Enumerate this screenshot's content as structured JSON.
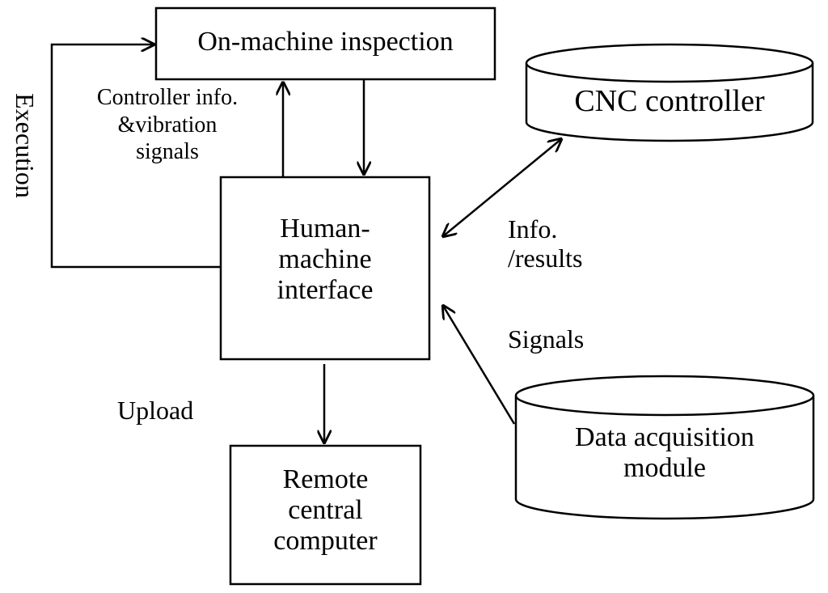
{
  "nodes": {
    "omi": {
      "label": "On-machine  inspection"
    },
    "hmi": {
      "label": "Human-\nmachine\ninterface"
    },
    "cnc": {
      "label": "CNC controller"
    },
    "daq": {
      "label": "Data acquisition\nmodule"
    },
    "rcc": {
      "label": "Remote\ncentral\ncomputer"
    }
  },
  "edges": {
    "execution": "Execution",
    "controller_info": "Controller info.\n&vibration\nsignals",
    "info_results": "Info.\n/results",
    "signals": "Signals",
    "upload": "Upload"
  },
  "colors": {
    "stroke": "#000000",
    "background": "#ffffff"
  }
}
